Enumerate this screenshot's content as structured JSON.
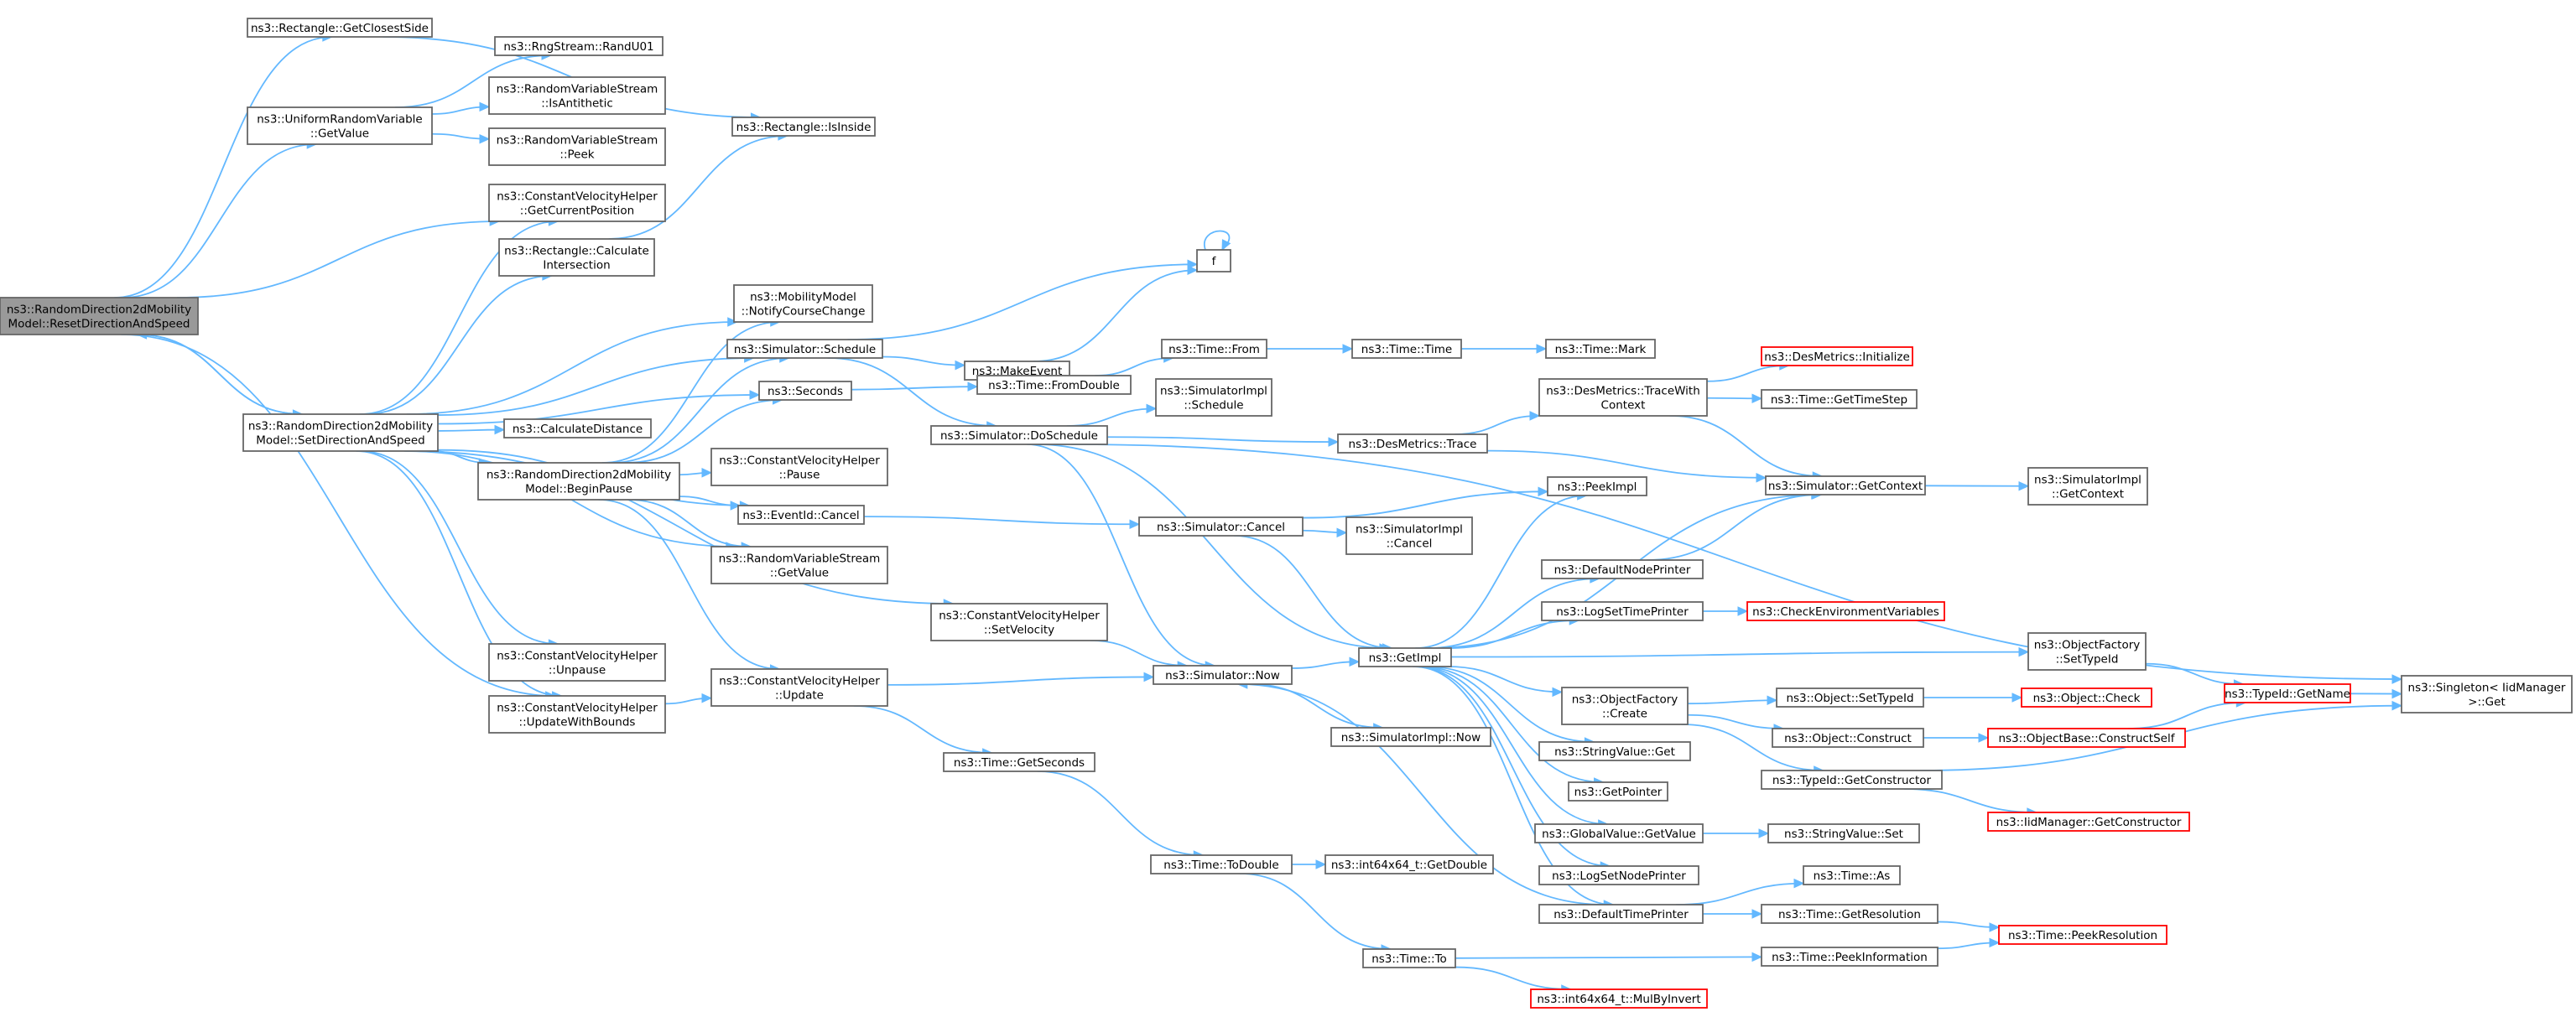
{
  "colors": {
    "edge": "#63b8ff",
    "border": "#666666",
    "truncated_border": "#ff0000",
    "root_fill": "#999999"
  },
  "nodes": [
    {
      "id": "root",
      "label": [
        "ns3::RandomDirection2dMobility",
        "Model::ResetDirectionAndSpeed"
      ],
      "root": true
    },
    {
      "id": "getClosestSide",
      "label": [
        "ns3::Rectangle::GetClosestSide"
      ]
    },
    {
      "id": "uniformGetValue",
      "label": [
        "ns3::UniformRandomVariable",
        "::GetValue"
      ]
    },
    {
      "id": "cvhGetCurrentPosition",
      "label": [
        "ns3::ConstantVelocityHelper",
        "::GetCurrentPosition"
      ]
    },
    {
      "id": "setDirectionAndSpeed",
      "label": [
        "ns3::RandomDirection2dMobility",
        "Model::SetDirectionAndSpeed"
      ]
    },
    {
      "id": "cvhUpdateWithBounds",
      "label": [
        "ns3::ConstantVelocityHelper",
        "::UpdateWithBounds"
      ]
    },
    {
      "id": "rngRandU01",
      "label": [
        "ns3::RngStream::RandU01"
      ]
    },
    {
      "id": "rvsIsAntithetic",
      "label": [
        "ns3::RandomVariableStream",
        "::IsAntithetic"
      ]
    },
    {
      "id": "rvsPeek",
      "label": [
        "ns3::RandomVariableStream",
        "::Peek"
      ]
    },
    {
      "id": "rectCalcIntersection",
      "label": [
        "ns3::Rectangle::Calculate",
        "Intersection"
      ]
    },
    {
      "id": "calculateDistance",
      "label": [
        "ns3::CalculateDistance"
      ]
    },
    {
      "id": "beginPause",
      "label": [
        "ns3::RandomDirection2dMobility",
        "Model::BeginPause"
      ]
    },
    {
      "id": "cvhUnpause",
      "label": [
        "ns3::ConstantVelocityHelper",
        "::Unpause"
      ]
    },
    {
      "id": "rectIsInside",
      "label": [
        "ns3::Rectangle::IsInside"
      ]
    },
    {
      "id": "notifyCourseChange",
      "label": [
        "ns3::MobilityModel",
        "::NotifyCourseChange"
      ]
    },
    {
      "id": "simSchedule",
      "label": [
        "ns3::Simulator::Schedule"
      ]
    },
    {
      "id": "seconds",
      "label": [
        "ns3::Seconds"
      ]
    },
    {
      "id": "cvhPause",
      "label": [
        "ns3::ConstantVelocityHelper",
        "::Pause"
      ]
    },
    {
      "id": "eventIdCancel",
      "label": [
        "ns3::EventId::Cancel"
      ]
    },
    {
      "id": "rvsGetValue",
      "label": [
        "ns3::RandomVariableStream",
        "::GetValue"
      ]
    },
    {
      "id": "cvhUpdate",
      "label": [
        "ns3::ConstantVelocityHelper",
        "::Update"
      ]
    },
    {
      "id": "makeEvent",
      "label": [
        "ns3::MakeEvent"
      ]
    },
    {
      "id": "simDoSchedule",
      "label": [
        "ns3::Simulator::DoSchedule"
      ]
    },
    {
      "id": "cvhSetVelocity",
      "label": [
        "ns3::ConstantVelocityHelper",
        "::SetVelocity"
      ]
    },
    {
      "id": "timeGetSeconds",
      "label": [
        "ns3::Time::GetSeconds"
      ]
    },
    {
      "id": "f",
      "label": [
        "f"
      ]
    },
    {
      "id": "timeFromDouble",
      "label": [
        "ns3::Time::FromDouble"
      ]
    },
    {
      "id": "timeFrom",
      "label": [
        "ns3::Time::From"
      ]
    },
    {
      "id": "simImplSchedule",
      "label": [
        "ns3::SimulatorImpl",
        "::Schedule"
      ]
    },
    {
      "id": "simCancel",
      "label": [
        "ns3::Simulator::Cancel"
      ]
    },
    {
      "id": "simNow",
      "label": [
        "ns3::Simulator::Now"
      ]
    },
    {
      "id": "timeToDouble",
      "label": [
        "ns3::Time::ToDouble"
      ]
    },
    {
      "id": "timeTime",
      "label": [
        "ns3::Time::Time"
      ]
    },
    {
      "id": "desTrace",
      "label": [
        "ns3::DesMetrics::Trace"
      ]
    },
    {
      "id": "simImplCancel",
      "label": [
        "ns3::SimulatorImpl",
        "::Cancel"
      ]
    },
    {
      "id": "simImplNow",
      "label": [
        "ns3::SimulatorImpl::Now"
      ]
    },
    {
      "id": "int64GetDouble",
      "label": [
        "ns3::int64x64_t::GetDouble"
      ]
    },
    {
      "id": "timeTo",
      "label": [
        "ns3::Time::To"
      ]
    },
    {
      "id": "getImpl",
      "label": [
        "ns3::GetImpl"
      ]
    },
    {
      "id": "timeMark",
      "label": [
        "ns3::Time::Mark"
      ]
    },
    {
      "id": "desTraceWithContext",
      "label": [
        "ns3::DesMetrics::TraceWith",
        "Context"
      ]
    },
    {
      "id": "peekImpl",
      "label": [
        "ns3::PeekImpl"
      ]
    },
    {
      "id": "defaultNodePrinter",
      "label": [
        "ns3::DefaultNodePrinter"
      ]
    },
    {
      "id": "logSetTimePrinter",
      "label": [
        "ns3::LogSetTimePrinter"
      ]
    },
    {
      "id": "ofCreate",
      "label": [
        "ns3::ObjectFactory",
        "::Create"
      ]
    },
    {
      "id": "stringValueGet",
      "label": [
        "ns3::StringValue::Get"
      ]
    },
    {
      "id": "getPointer",
      "label": [
        "ns3::GetPointer"
      ]
    },
    {
      "id": "globalValueGetValue",
      "label": [
        "ns3::GlobalValue::GetValue"
      ]
    },
    {
      "id": "logSetNodePrinter",
      "label": [
        "ns3::LogSetNodePrinter"
      ]
    },
    {
      "id": "defaultTimePrinter",
      "label": [
        "ns3::DefaultTimePrinter"
      ]
    },
    {
      "id": "int64MulByInvert",
      "label": [
        "ns3::int64x64_t::MulByInvert"
      ],
      "truncated": true
    },
    {
      "id": "desInitialize",
      "label": [
        "ns3::DesMetrics::Initialize"
      ],
      "truncated": true
    },
    {
      "id": "timeGetTimeStep",
      "label": [
        "ns3::Time::GetTimeStep"
      ]
    },
    {
      "id": "simGetContext",
      "label": [
        "ns3::Simulator::GetContext"
      ]
    },
    {
      "id": "checkEnvVars",
      "label": [
        "ns3::CheckEnvironmentVariables"
      ],
      "truncated": true
    },
    {
      "id": "ofSetTypeId",
      "label": [
        "ns3::ObjectFactory",
        "::SetTypeId"
      ]
    },
    {
      "id": "objectSetTypeId",
      "label": [
        "ns3::Object::SetTypeId"
      ]
    },
    {
      "id": "objectConstruct",
      "label": [
        "ns3::Object::Construct"
      ]
    },
    {
      "id": "typeIdGetConstructor",
      "label": [
        "ns3::TypeId::GetConstructor"
      ]
    },
    {
      "id": "stringValueSet",
      "label": [
        "ns3::StringValue::Set"
      ]
    },
    {
      "id": "timeAs",
      "label": [
        "ns3::Time::As"
      ]
    },
    {
      "id": "timeGetResolution",
      "label": [
        "ns3::Time::GetResolution"
      ]
    },
    {
      "id": "timePeekInformation",
      "label": [
        "ns3::Time::PeekInformation"
      ]
    },
    {
      "id": "simImplGetContext",
      "label": [
        "ns3::SimulatorImpl",
        "::GetContext"
      ]
    },
    {
      "id": "objectCheck",
      "label": [
        "ns3::Object::Check"
      ],
      "truncated": true
    },
    {
      "id": "obConstructSelf",
      "label": [
        "ns3::ObjectBase::ConstructSelf"
      ],
      "truncated": true
    },
    {
      "id": "iidGetConstructor",
      "label": [
        "ns3::IidManager::GetConstructor"
      ],
      "truncated": true
    },
    {
      "id": "typeIdGetName",
      "label": [
        "ns3::TypeId::GetName"
      ],
      "truncated": true
    },
    {
      "id": "timePeekResolution",
      "label": [
        "ns3::Time::PeekResolution"
      ],
      "truncated": true
    },
    {
      "id": "singletonGet",
      "label": [
        "ns3::Singleton< IidManager",
        ">::Get"
      ]
    }
  ]
}
